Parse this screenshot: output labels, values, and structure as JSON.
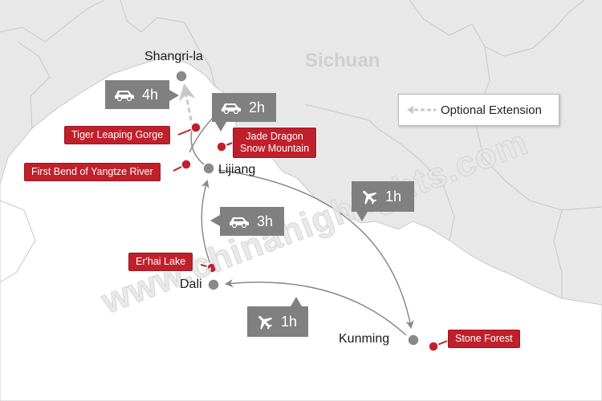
{
  "region_label": "Sichuan",
  "legend": {
    "label": "Optional Extension",
    "icon": "dashed-arrow-icon"
  },
  "watermark": "www.chinahighlights.com",
  "colors": {
    "attraction": "#c0202b",
    "badge": "#808080",
    "route": "#8a8a8a",
    "optional": "#c8c8c8",
    "land": "#e7e7e7"
  },
  "cities": {
    "shangrila": "Shangri-la",
    "lijiang": "Lijiang",
    "dali": "Dali",
    "kunming": "Kunming"
  },
  "attractions": {
    "tiger_leaping_gorge": "Tiger Leaping Gorge",
    "jade_dragon_line1": "Jade Dragon",
    "jade_dragon_line2": "Snow Mountain",
    "first_bend": "First Bend of Yangtze River",
    "erhai_lake": "Er'hai Lake",
    "stone_forest": "Stone Forest"
  },
  "routes": {
    "shangrila_lijiang": {
      "mode": "car",
      "icon": "car-icon",
      "duration": "4h",
      "optional": true
    },
    "lijiang_shangrila": {
      "mode": "car",
      "icon": "car-icon",
      "duration": "2h"
    },
    "dali_lijiang": {
      "mode": "car",
      "icon": "car-icon",
      "duration": "3h"
    },
    "lijiang_kunming": {
      "mode": "flight",
      "icon": "plane-icon",
      "duration": "1h"
    },
    "kunming_dali": {
      "mode": "flight",
      "icon": "plane-icon",
      "duration": "1h"
    }
  }
}
